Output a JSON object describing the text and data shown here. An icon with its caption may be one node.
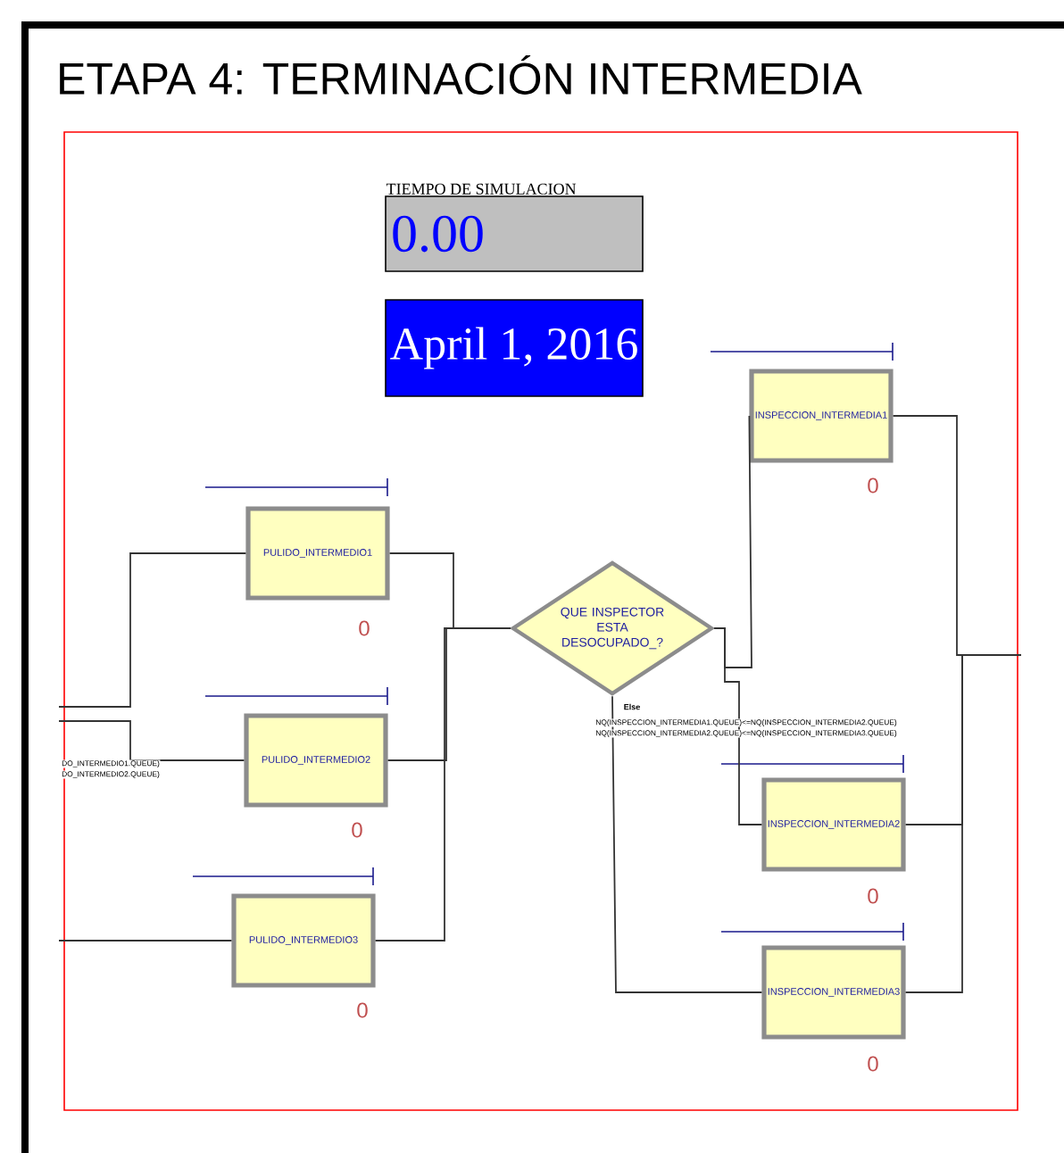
{
  "diagram": {
    "title": "ETAPA 4: TERMINACIÓN INTERMEDIA",
    "nodes": [
      {
        "text": [
          "TIEMPO DE SIMULACION",
          "0.00"
        ]
      },
      {
        "text": [
          "April 1, 2016"
        ]
      },
      {
        "text": [
          "PULIDO_INTERMEDIO1"
        ],
        "beside": [
          "0"
        ]
      },
      {
        "text": [
          "PULIDO_INTERMEDIO2"
        ],
        "beside": [
          "0"
        ]
      },
      {
        "text": [
          "PULIDO_INTERMEDIO3"
        ],
        "beside": [
          "0"
        ]
      },
      {
        "text": [
          "QUE INSPECTOR ESTA DESOCUPADO_?"
        ],
        "beside": [
          "Else"
        ]
      },
      {
        "text": [
          "INSPECCION_INTERMEDIA1"
        ],
        "beside": [
          "0"
        ]
      },
      {
        "text": [
          "INSPECCION_INTERMEDIA2"
        ],
        "beside": [
          "0"
        ]
      },
      {
        "text": [
          "INSPECCION_INTERMEDIA3"
        ],
        "beside": [
          "0"
        ]
      }
    ],
    "edges": [
      {
        "from": null,
        "to": 2,
        "arrow": "none"
      },
      {
        "from": null,
        "to": 3,
        "arrow": "none"
      },
      {
        "from": null,
        "to": 4,
        "arrow": "none"
      },
      {
        "from": 2,
        "to": 5,
        "arrow": "none"
      },
      {
        "from": 3,
        "to": 5,
        "arrow": "none"
      },
      {
        "from": 4,
        "to": 5,
        "arrow": "none"
      },
      {
        "from": 5,
        "to": 6,
        "arrow": "none"
      },
      {
        "from": 5,
        "to": 7,
        "arrow": "none"
      },
      {
        "from": 5,
        "to": 8,
        "arrow": "none"
      },
      {
        "from": 6,
        "to": null,
        "arrow": "none"
      },
      {
        "from": 7,
        "to": null,
        "arrow": "none"
      },
      {
        "from": 8,
        "to": null,
        "arrow": "none"
      }
    ],
    "labels": [
      "NQ(INSPECCION_INTERMEDIA1.QUEUE)<=NQ(INSPECCION_INTERMEDIA2.QUEUE)",
      "NQ(INSPECCION_INTERMEDIA2.QUEUE)<=NQ(INSPECCION_INTERMEDIA3.QUEUE)",
      "DO_INTERMEDIO1.QUEUE)",
      "DO_INTERMEDIO2.QUEUE)"
    ]
  }
}
